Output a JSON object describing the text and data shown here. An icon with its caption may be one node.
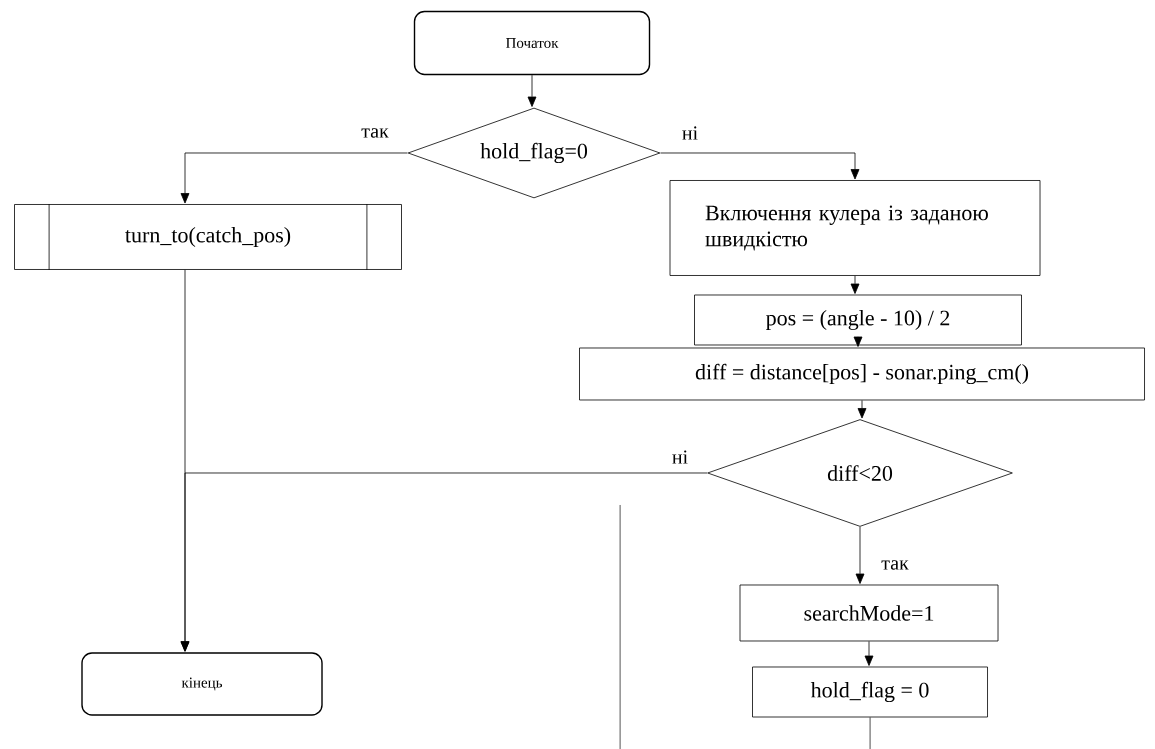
{
  "diagram": {
    "nodes": [
      {
        "text": [
          "Початок"
        ]
      },
      {
        "text": [
          "hold_flag=0"
        ]
      },
      {
        "text": [
          "turn_to(catch_pos)"
        ]
      },
      {
        "text": [
          "Включення кулера із заданою швидкістю"
        ]
      },
      {
        "text": [
          "pos = (angle - 10) / 2"
        ]
      },
      {
        "text": [
          "diff = distance[pos] - sonar.ping_cm()"
        ]
      },
      {
        "text": [
          "diff<20"
        ]
      },
      {
        "text": [
          "searchMode=1"
        ]
      },
      {
        "text": [
          "hold_flag = 0"
        ]
      },
      {
        "text": [
          "кінець"
        ]
      }
    ],
    "edges": [
      {
        "from": 0,
        "to": 1,
        "arrow": "to"
      },
      {
        "from": 1,
        "to": 2,
        "arrow": "to",
        "label": "так"
      },
      {
        "from": 1,
        "to": 3,
        "arrow": "to",
        "label": "ні"
      },
      {
        "from": 3,
        "to": 4,
        "arrow": "to"
      },
      {
        "from": 4,
        "to": 5,
        "arrow": "to"
      },
      {
        "from": 5,
        "to": 6,
        "arrow": "to"
      },
      {
        "from": 6,
        "to": 7,
        "arrow": "to",
        "label": "так"
      },
      {
        "from": 7,
        "to": 8,
        "arrow": "to"
      },
      {
        "from": 2,
        "to": 9,
        "arrow": "to"
      },
      {
        "from": 6,
        "to": 9,
        "arrow": "to",
        "label": "ні"
      },
      {
        "from": 8,
        "to": null,
        "arrow": "none"
      }
    ]
  }
}
